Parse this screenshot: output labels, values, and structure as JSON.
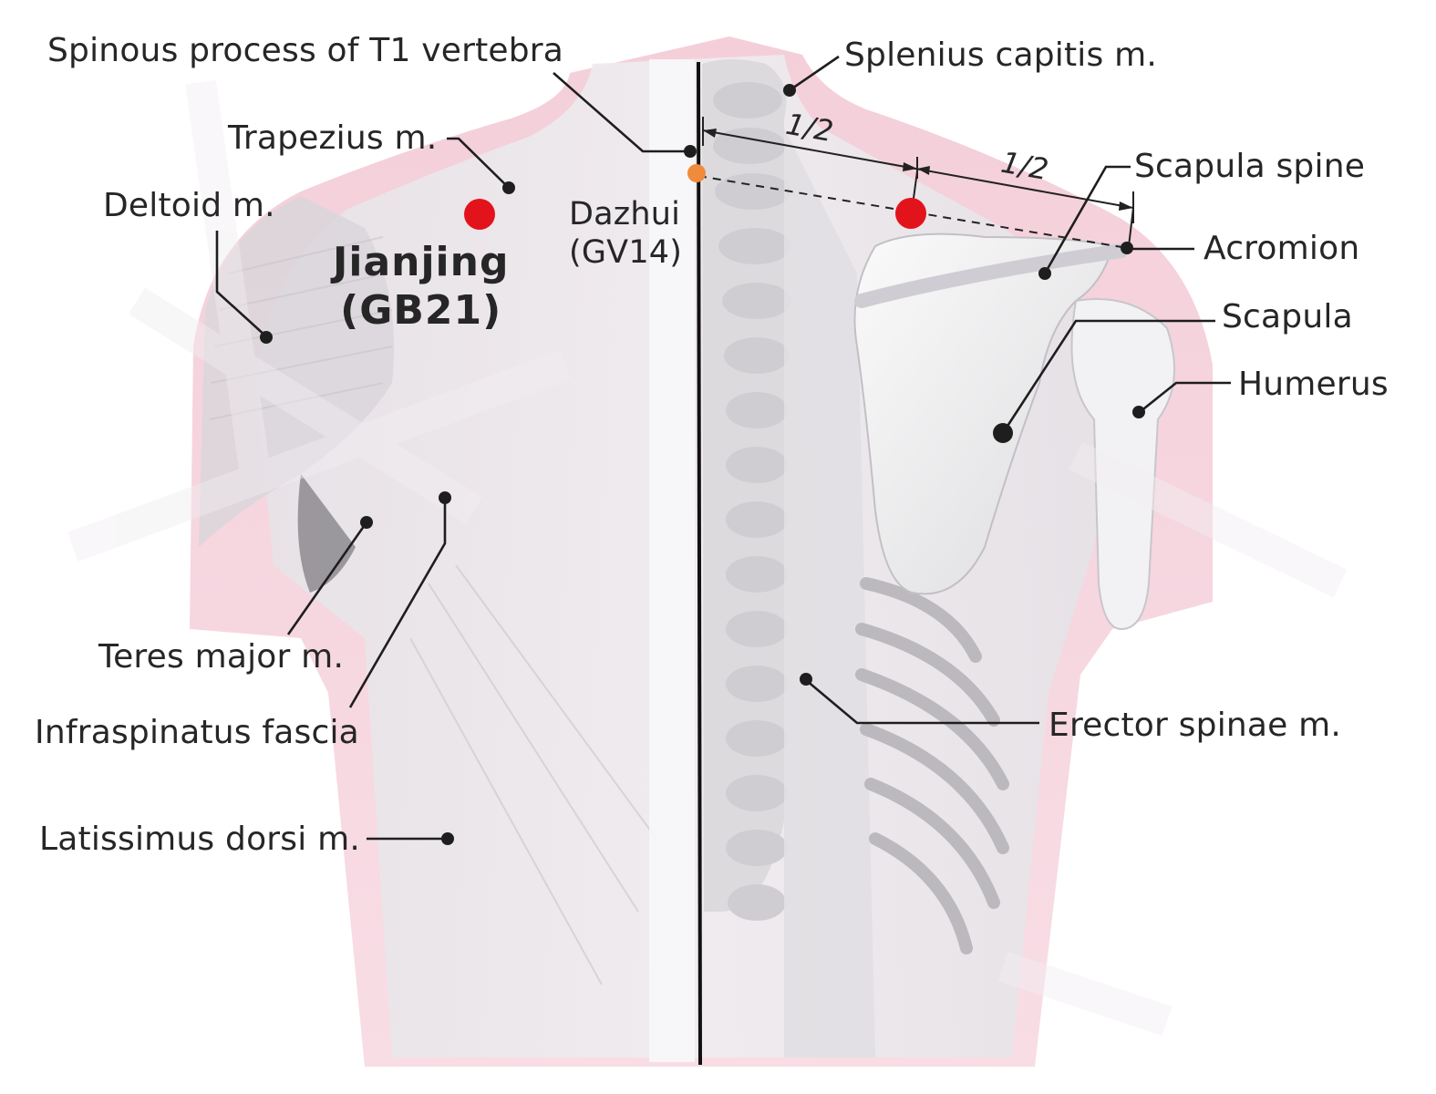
{
  "labels": {
    "spinous_process_t1": "Spinous process of T1 vertebra",
    "trapezius": "Trapezius m.",
    "deltoid": "Deltoid m.",
    "splenius_capitis": "Splenius capitis m.",
    "scapula_spine": "Scapula spine",
    "acromion": "Acromion",
    "scapula": "Scapula",
    "humerus": "Humerus",
    "teres_major": "Teres major m.",
    "infraspinatus_fascia": "Infraspinatus fascia",
    "latissimus_dorsi": "Latissimus dorsi m.",
    "erector_spinae": "Erector spinae m."
  },
  "acupoints": {
    "jianjing": {
      "name": "Jianjing",
      "code": "(GB21)"
    },
    "dazhui": {
      "name": "Dazhui",
      "code": "(GV14)"
    }
  },
  "measurements": {
    "half_left": "1/2",
    "half_right": "1/2"
  },
  "colors": {
    "acupoint": "#e3131b",
    "dazhui_point": "#f08a3c",
    "skin_tint": "#f6d3dd",
    "leader": "#1e1e1e"
  }
}
